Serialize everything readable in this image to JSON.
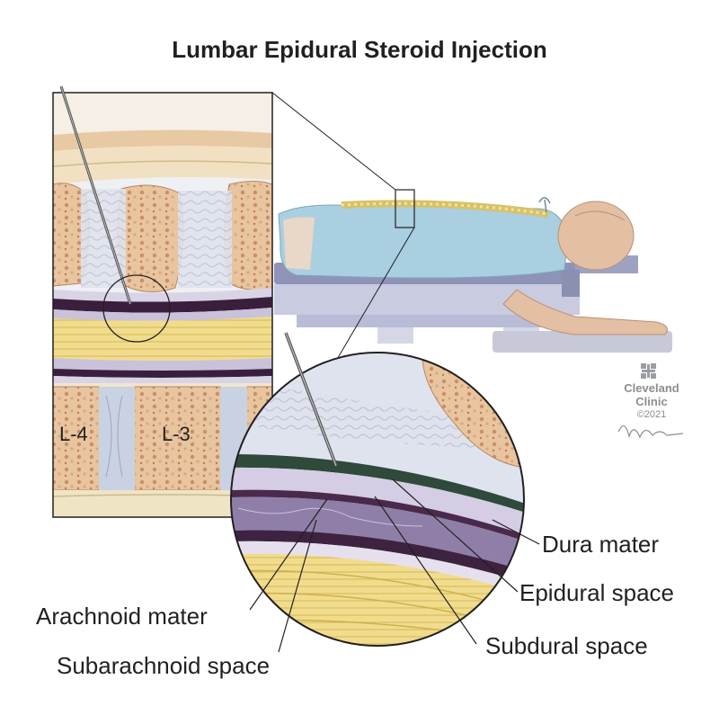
{
  "title": "Lumbar Epidural Steroid Injection",
  "vertebrae": [
    "L-4",
    "L-3"
  ],
  "labels": {
    "dura": "Dura mater",
    "epidural": "Epidural space",
    "subdural": "Subdural space",
    "arachnoid": "Arachnoid mater",
    "subarachnoid": "Subarachnoid space"
  },
  "credit": {
    "name_line1": "Cleveland",
    "name_line2": "Clinic",
    "copyright": "©2021"
  },
  "logo_icon": "cleveland-clinic-cross-icon",
  "signature_icon": "artist-signature-icon"
}
